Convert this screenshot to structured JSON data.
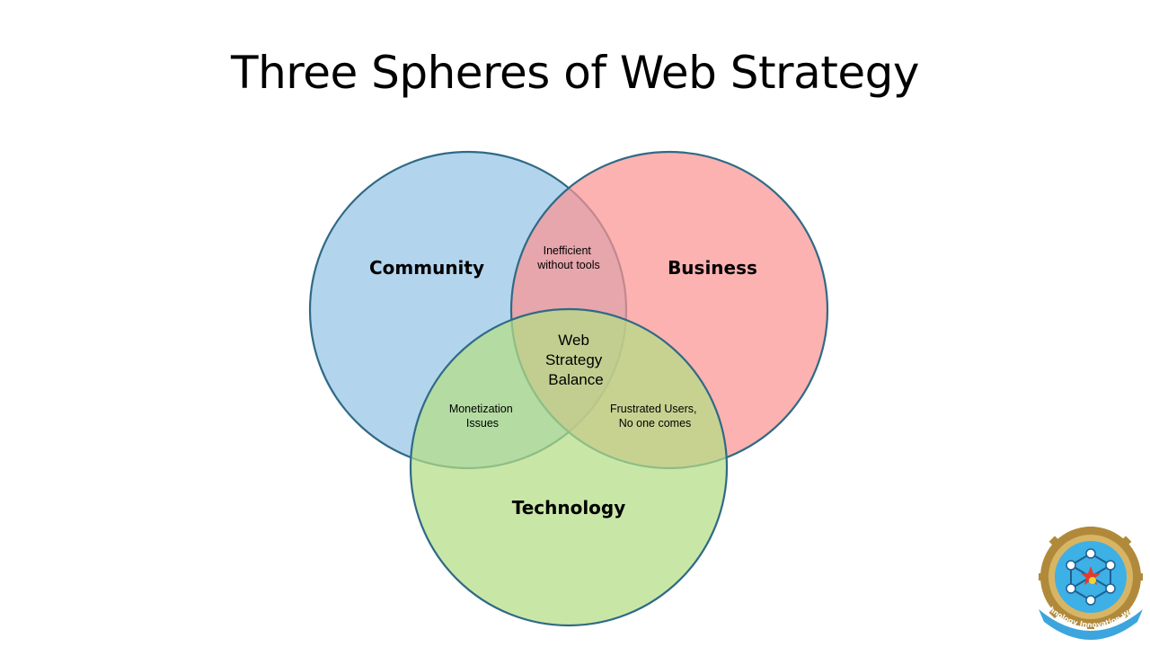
{
  "slide": {
    "title": "Three Spheres of Web Strategy"
  },
  "diagram": {
    "spheres": {
      "community": {
        "label": "Community",
        "color": "#95c3e6"
      },
      "business": {
        "label": "Business",
        "color": "#fb9493"
      },
      "technology": {
        "label": "Technology",
        "color": "#b3de85"
      }
    },
    "overlaps": {
      "community_business": [
        "Inefficient",
        "without tools"
      ],
      "community_technology": [
        "Monetization",
        "Issues"
      ],
      "business_technology": [
        "Frustrated Users,",
        "No one comes"
      ],
      "center": [
        "Web",
        "Strategy",
        "Balance"
      ]
    },
    "outline_color": "#2f6a86"
  },
  "logo": {
    "icon": "gear-globe-emblem-icon",
    "text": "Technology Innovation Wealth"
  }
}
